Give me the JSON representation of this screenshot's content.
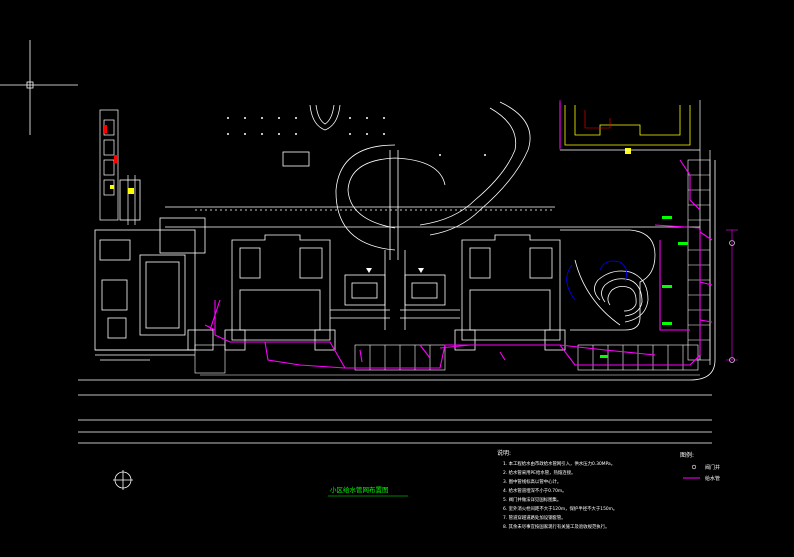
{
  "drawing": {
    "title": "小区给水管网布置图",
    "colors": {
      "background": "#000000",
      "linework": "#ffffff",
      "water_pipe": "#ff00ff",
      "title": "#00ff00",
      "boundary": "#ffff00",
      "red_line": "#ff0000",
      "hydrant": "#00ff00",
      "curve": "#0000ff"
    }
  },
  "notes": {
    "heading": "说明:",
    "lines": [
      "1. 本工程给水由市政给水管网引入，供水压力0.30MPa。",
      "2. 给水管采用PE给水管，热熔连接。",
      "3. 图中管线标高以管中心计。",
      "4. 给水管道埋深不小于0.70m。",
      "5. 阀门井做法详见国标图集。",
      "6. 室外消火栓间距不大于120m，保护半径不大于150m。",
      "7. 管道穿越道路处加设钢套管。",
      "8. 其余未尽事宜按国家现行有关施工及验收规范执行。"
    ]
  },
  "legend": {
    "heading": "图例:",
    "items": [
      {
        "symbol": "circle",
        "label": "阀门井"
      },
      {
        "symbol": "line",
        "label": "给水管"
      }
    ]
  },
  "icons": {
    "ucs": "ucs-crosshair-icon",
    "north": "north-arrow-icon"
  }
}
